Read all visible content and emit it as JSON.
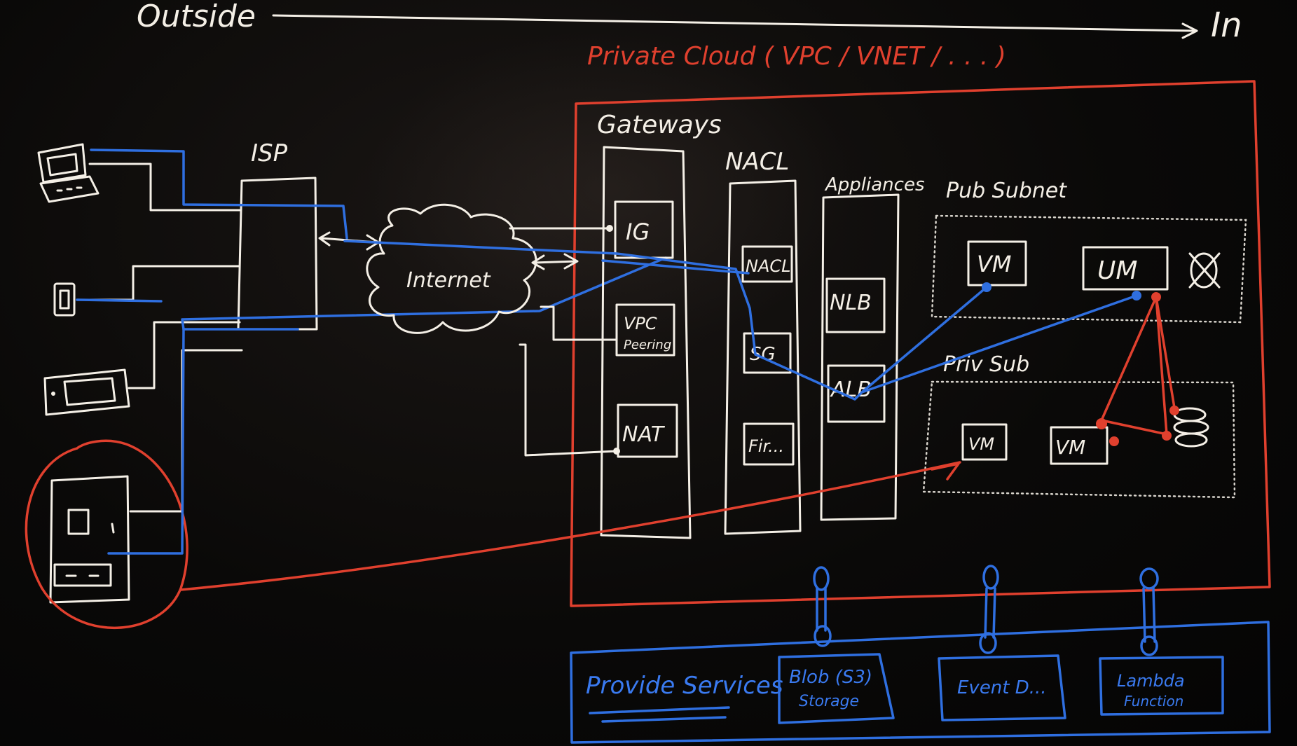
{
  "labels": {
    "outside": "Outside",
    "in": "In",
    "private_cloud": "Private Cloud ( VPC / VNET / . . . )",
    "isp": "ISP",
    "internet": "Internet",
    "gateways": "Gateways",
    "ig": "IG",
    "vpc_peering_1": "VPC",
    "vpc_peering_2": "Peering",
    "nat": "NAT",
    "nacl_header": "NACL",
    "nacl_box": "NACL",
    "sg": "SG",
    "fir": "Fir...",
    "appliances": "Appliances",
    "nlb": "NLB",
    "alb": "ALB",
    "pub_subnet": "Pub Subnet",
    "priv_sub": "Priv Sub",
    "vm": "VM",
    "um": "UM",
    "provide_services": "Provide Services",
    "blob_1": "Blob (S3)",
    "blob_2": "Storage",
    "event": "Event D...",
    "lambda_1": "Lambda",
    "lambda_2": "Function"
  },
  "colors": {
    "chalk": "#f4efe6",
    "blue": "#2f6fe0",
    "red": "#e0402e",
    "background": "#050505"
  },
  "icons": [
    "laptop-icon",
    "phone-icon",
    "tablet-icon",
    "server-icon",
    "cloud-icon",
    "database-icon",
    "crossed-out-icon"
  ]
}
